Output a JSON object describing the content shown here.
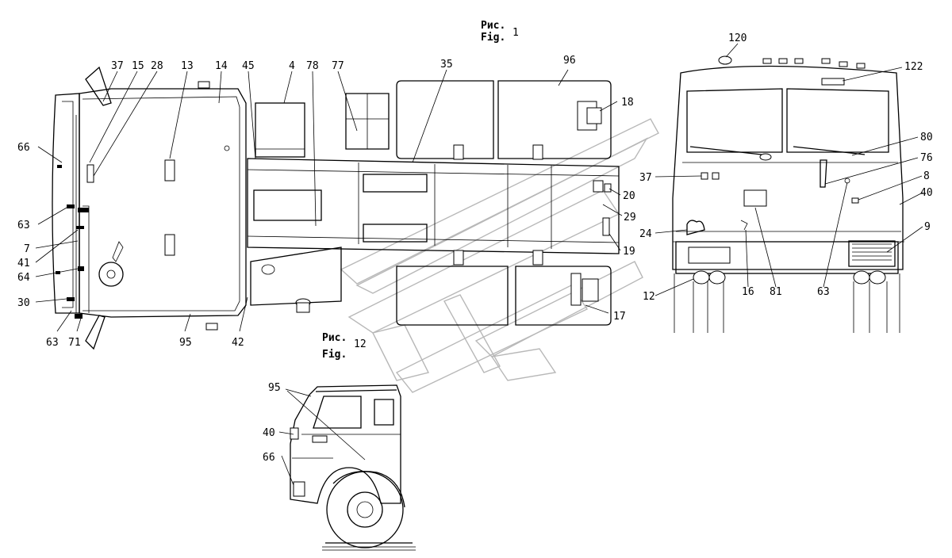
{
  "captions": {
    "fig1_ru": "Рис.",
    "fig1_en": "Fig.",
    "fig1_num": "1",
    "fig12_ru": "Рис.",
    "fig12_en": "Fig.",
    "fig12_num": "12"
  },
  "top_view_labels": {
    "l37": "37",
    "l15": "15",
    "l28": "28",
    "l13": "13",
    "l14": "14",
    "l45": "45",
    "l4": "4",
    "l78": "78",
    "l77": "77",
    "l35": "35",
    "l96": "96",
    "l18": "18",
    "l66": "66",
    "l63a": "63",
    "l7": "7",
    "l41": "41",
    "l64": "64",
    "l30": "30",
    "l63b": "63",
    "l71": "71",
    "l95": "95",
    "l42": "42",
    "l20": "20",
    "l29": "29",
    "l19": "19",
    "l17": "17"
  },
  "front_view_labels": {
    "l120": "120",
    "l122": "122",
    "l80": "80",
    "l76": "76",
    "l37": "37",
    "l8": "8",
    "l40": "40",
    "l24": "24",
    "l9": "9",
    "l12": "12",
    "l16": "16",
    "l81": "81",
    "l63": "63"
  },
  "side_view_labels": {
    "l95": "95",
    "l40": "40",
    "l66": "66"
  }
}
